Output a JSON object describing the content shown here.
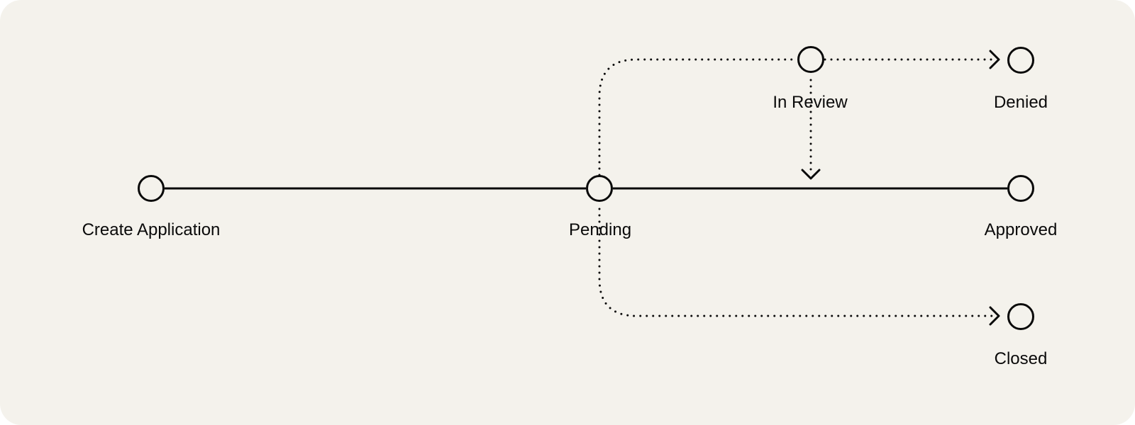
{
  "diagram": {
    "nodes": {
      "create": {
        "label": "Create Application"
      },
      "pending": {
        "label": "Pending"
      },
      "in_review": {
        "label": "In Review"
      },
      "denied": {
        "label": "Denied"
      },
      "approved": {
        "label": "Approved"
      },
      "closed": {
        "label": "Closed"
      }
    },
    "edges": [
      {
        "from": "Create Application",
        "to": "Pending",
        "style": "solid"
      },
      {
        "from": "Pending",
        "to": "Approved",
        "style": "solid"
      },
      {
        "from": "Pending",
        "to": "In Review",
        "style": "dotted"
      },
      {
        "from": "In Review",
        "to": "Denied",
        "style": "dotted"
      },
      {
        "from": "In Review",
        "to": "Approved",
        "style": "dotted"
      },
      {
        "from": "Pending",
        "to": "Closed",
        "style": "dotted"
      }
    ],
    "colors": {
      "background": "#f4f2ec",
      "stroke": "#0a0a0a"
    }
  }
}
